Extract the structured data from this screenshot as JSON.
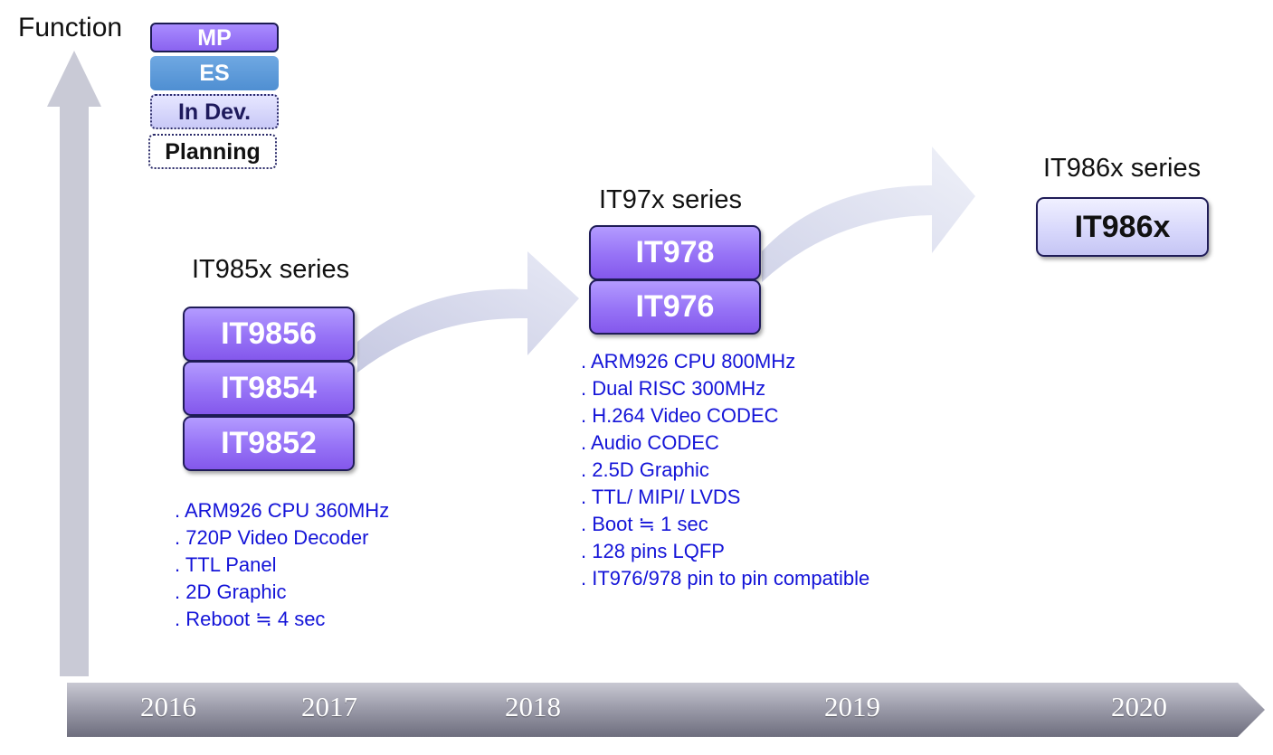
{
  "axis": {
    "y_label": "Function"
  },
  "legend": {
    "mp": "MP",
    "es": "ES",
    "in_dev": "In Dev.",
    "planning": "Planning"
  },
  "groups": {
    "it985x": {
      "title": "IT985x series",
      "chips": [
        "IT9856",
        "IT9854",
        "IT9852"
      ],
      "status": "MP",
      "features": [
        ". ARM926 CPU 360MHz",
        ". 720P  Video Decoder",
        ". TTL Panel",
        ". 2D Graphic",
        ". Reboot ≒ 4 sec"
      ]
    },
    "it97x": {
      "title": "IT97x series",
      "chips": [
        "IT978",
        "IT976"
      ],
      "status": "MP",
      "features": [
        ". ARM926 CPU 800MHz",
        ". Dual RISC 300MHz",
        ". H.264  Video CODEC",
        ". Audio CODEC",
        ". 2.5D Graphic",
        ". TTL/ MIPI/ LVDS",
        ". Boot ≒ 1 sec",
        ". 128 pins LQFP",
        ". IT976/978 pin to pin compatible"
      ]
    },
    "it986x": {
      "title": "IT986x series",
      "chips": [
        "IT986x"
      ],
      "status": "In Dev."
    }
  },
  "timeline": [
    "2016",
    "2017",
    "2018",
    "2019",
    "2020"
  ],
  "colors": {
    "mp": "#9672f6",
    "es": "#4f8fd2",
    "in_dev": "#d6d6fb",
    "feature_text": "#1414d8",
    "border": "#1f1c57"
  }
}
